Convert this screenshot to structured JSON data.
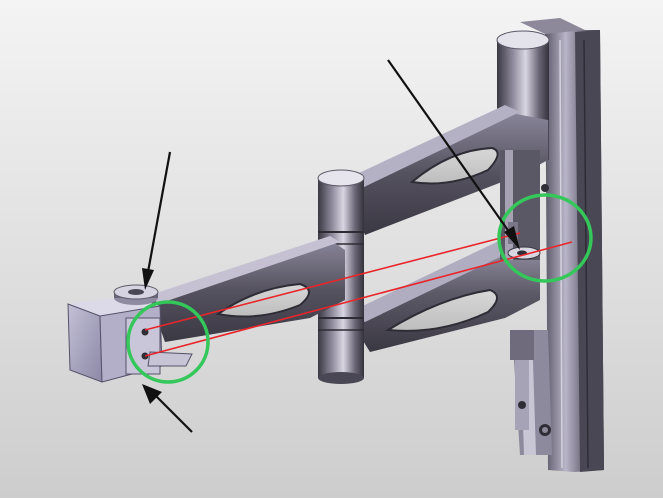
{
  "figure": {
    "subject": "wall-mount-swing-arm",
    "colors": {
      "background_top": "#f2f2f2",
      "background_bottom": "#cfcfcf",
      "metal_dark": "#3f3d48",
      "metal_mid": "#6f6b7c",
      "metal_light": "#b7b3c4",
      "metal_highlight": "#e3e1ea",
      "block_face": "#a6a2bd",
      "block_top": "#d6d3e2",
      "laser_line": "#e8262a",
      "highlight_circle": "#34c759",
      "arrow": "#111111"
    },
    "annotations": {
      "arrows": [
        "pointer-arrow",
        "pointer-arrow",
        "pointer-arrow"
      ],
      "highlight_circles": [
        "highlight-circle",
        "highlight-circle"
      ],
      "reference_lines": [
        "laser-line",
        "laser-line"
      ]
    }
  }
}
